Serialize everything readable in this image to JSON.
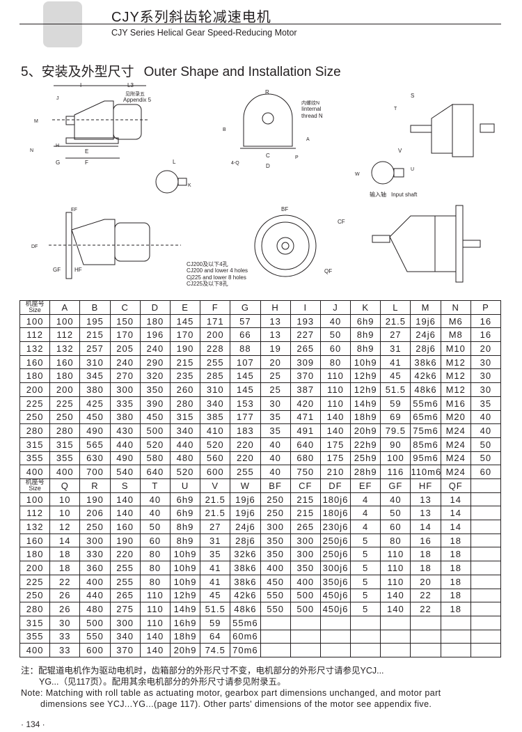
{
  "header": {
    "title_cn": "CJY系列斜齿轮减速电机",
    "title_en": "CJY Series Helical Gear Speed-Reducing Motor"
  },
  "section": {
    "title_cn": "5、安装及外型尺寸",
    "title_en": "Outer Shape and Installation Size"
  },
  "drawing_labels": {
    "I": "I",
    "L3": "L3",
    "appendix_cn": "见附录五",
    "appendix_en": "Appendix 5",
    "J": "J",
    "M": "M",
    "N": "N",
    "H": "H",
    "E": "E",
    "G": "G",
    "F": "F",
    "L": "L",
    "K": "K",
    "R": "R",
    "thread_cn": "内螺纹N",
    "thread_en1": "Iinternal",
    "thread_en2": "thread N",
    "B": "B",
    "A": "A",
    "C": "C",
    "P": "P",
    "D": "D",
    "Q": "4-Q",
    "S": "S",
    "T": "T",
    "V": "V",
    "W": "W",
    "U": "U",
    "input_cn": "输入轴",
    "input_en": "Input shaft",
    "EF": "EF",
    "DF": "DF",
    "GF": "GF",
    "HF": "HF",
    "BF": "BF",
    "CF": "CF",
    "QF": "QF",
    "holes1": "CJ200及以下4孔",
    "holes2": "CJ200 and lower 4 holes",
    "holes3": "Cj225 and lower 8 holes",
    "holes4": "CJ225及以下8孔"
  },
  "size_label": {
    "cn": "机座号",
    "en": "Size"
  },
  "table1": {
    "headers": [
      "A",
      "B",
      "C",
      "D",
      "E",
      "F",
      "G",
      "H",
      "I",
      "J",
      "K",
      "L",
      "M",
      "N",
      "P"
    ],
    "rows": [
      [
        "100",
        "100",
        "195",
        "150",
        "180",
        "145",
        "171",
        "57",
        "13",
        "193",
        "40",
        "6h9",
        "21.5",
        "19j6",
        "M6",
        "16"
      ],
      [
        "112",
        "112",
        "215",
        "170",
        "196",
        "170",
        "200",
        "66",
        "13",
        "227",
        "50",
        "8h9",
        "27",
        "24j6",
        "M8",
        "16"
      ],
      [
        "132",
        "132",
        "257",
        "205",
        "240",
        "190",
        "228",
        "88",
        "19",
        "265",
        "60",
        "8h9",
        "31",
        "28j6",
        "M10",
        "20"
      ],
      [
        "160",
        "160",
        "310",
        "240",
        "290",
        "215",
        "255",
        "107",
        "20",
        "309",
        "80",
        "10h9",
        "41",
        "38k6",
        "M12",
        "30"
      ],
      [
        "180",
        "180",
        "345",
        "270",
        "320",
        "235",
        "285",
        "145",
        "25",
        "370",
        "110",
        "12h9",
        "45",
        "42k6",
        "M12",
        "30"
      ],
      [
        "200",
        "200",
        "380",
        "300",
        "350",
        "260",
        "310",
        "145",
        "25",
        "387",
        "110",
        "12h9",
        "51.5",
        "48k6",
        "M12",
        "30"
      ],
      [
        "225",
        "225",
        "425",
        "335",
        "390",
        "280",
        "340",
        "153",
        "30",
        "420",
        "110",
        "14h9",
        "59",
        "55m6",
        "M16",
        "35"
      ],
      [
        "250",
        "250",
        "450",
        "380",
        "450",
        "315",
        "385",
        "177",
        "35",
        "471",
        "140",
        "18h9",
        "69",
        "65m6",
        "M20",
        "40"
      ],
      [
        "280",
        "280",
        "490",
        "430",
        "500",
        "340",
        "410",
        "183",
        "35",
        "491",
        "140",
        "20h9",
        "79.5",
        "75m6",
        "M24",
        "40"
      ],
      [
        "315",
        "315",
        "565",
        "440",
        "520",
        "440",
        "520",
        "220",
        "40",
        "640",
        "175",
        "22h9",
        "90",
        "85m6",
        "M24",
        "50"
      ],
      [
        "355",
        "355",
        "630",
        "490",
        "580",
        "480",
        "560",
        "220",
        "40",
        "680",
        "175",
        "25h9",
        "100",
        "95m6",
        "M24",
        "50"
      ],
      [
        "400",
        "400",
        "700",
        "540",
        "640",
        "520",
        "600",
        "255",
        "40",
        "750",
        "210",
        "28h9",
        "116",
        "110m6",
        "M24",
        "60"
      ]
    ]
  },
  "table2": {
    "headers": [
      "Q",
      "R",
      "S",
      "T",
      "U",
      "V",
      "W",
      "BF",
      "CF",
      "DF",
      "EF",
      "GF",
      "HF",
      "QF",
      ""
    ],
    "rows": [
      [
        "100",
        "10",
        "190",
        "140",
        "40",
        "6h9",
        "21.5",
        "19j6",
        "250",
        "215",
        "180j6",
        "4",
        "40",
        "13",
        "14",
        ""
      ],
      [
        "112",
        "10",
        "206",
        "140",
        "40",
        "6h9",
        "21.5",
        "19j6",
        "250",
        "215",
        "180j6",
        "4",
        "50",
        "13",
        "14",
        ""
      ],
      [
        "132",
        "12",
        "250",
        "160",
        "50",
        "8h9",
        "27",
        "24j6",
        "300",
        "265",
        "230j6",
        "4",
        "60",
        "14",
        "14",
        ""
      ],
      [
        "160",
        "14",
        "300",
        "190",
        "60",
        "8h9",
        "31",
        "28j6",
        "350",
        "300",
        "250j6",
        "5",
        "80",
        "16",
        "18",
        ""
      ],
      [
        "180",
        "18",
        "330",
        "220",
        "80",
        "10h9",
        "35",
        "32k6",
        "350",
        "300",
        "250j6",
        "5",
        "110",
        "18",
        "18",
        ""
      ],
      [
        "200",
        "18",
        "360",
        "255",
        "80",
        "10h9",
        "41",
        "38k6",
        "400",
        "350",
        "300j6",
        "5",
        "110",
        "18",
        "18",
        ""
      ],
      [
        "225",
        "22",
        "400",
        "255",
        "80",
        "10h9",
        "41",
        "38k6",
        "450",
        "400",
        "350j6",
        "5",
        "110",
        "20",
        "18",
        ""
      ],
      [
        "250",
        "26",
        "440",
        "265",
        "110",
        "12h9",
        "45",
        "42k6",
        "550",
        "500",
        "450j6",
        "5",
        "140",
        "22",
        "18",
        ""
      ],
      [
        "280",
        "26",
        "480",
        "275",
        "110",
        "14h9",
        "51.5",
        "48k6",
        "550",
        "500",
        "450j6",
        "5",
        "140",
        "22",
        "18",
        ""
      ],
      [
        "315",
        "30",
        "500",
        "300",
        "110",
        "16h9",
        "59",
        "55m6",
        "",
        "",
        "",
        "",
        "",
        "",
        "",
        ""
      ],
      [
        "355",
        "33",
        "550",
        "340",
        "140",
        "18h9",
        "64",
        "60m6",
        "",
        "",
        "",
        "",
        "",
        "",
        "",
        ""
      ],
      [
        "400",
        "33",
        "600",
        "370",
        "140",
        "20h9",
        "74.5",
        "70m6",
        "",
        "",
        "",
        "",
        "",
        "",
        "",
        ""
      ]
    ]
  },
  "notes": {
    "cn1": "注：配辊道电机作为驱动电机时，齿箱部分的外形尺寸不变，电机部分的外形尺寸请参见YCJ...",
    "cn2": "YG...（见117页）。配用其余电机部分的外形尺寸请参见附录五。",
    "en1": "Note: Matching with roll table as actuating motor, gearbox part dimensions unchanged, and motor part",
    "en2": "dimensions see YCJ...YG...(page 117).  Other parts' dimensions of the motor see appendix five."
  },
  "page_number": "· 134 ·"
}
